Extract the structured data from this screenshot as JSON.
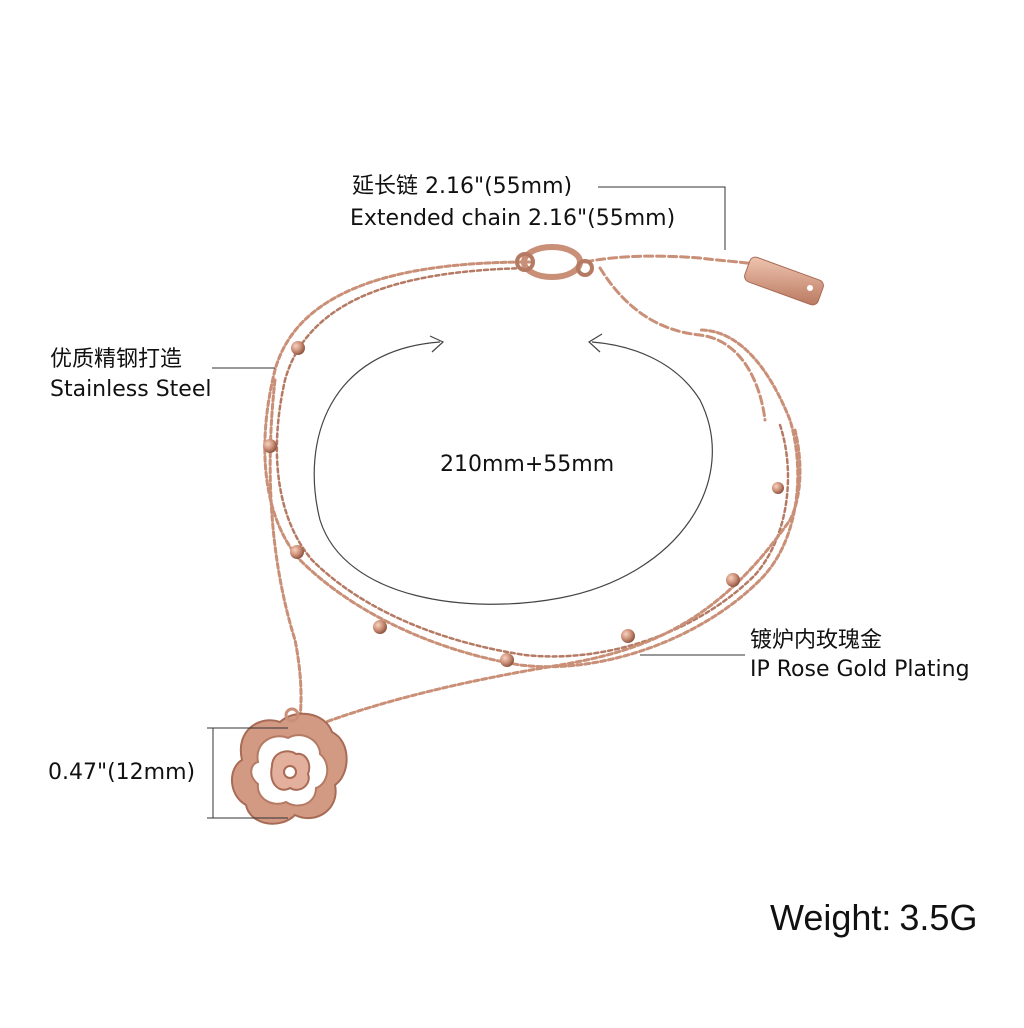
{
  "annotations": {
    "extended_chain": {
      "zh": "延长链  2.16\"(55mm)",
      "en": "Extended chain 2.16\"(55mm)"
    },
    "material": {
      "zh": "优质精钢打造",
      "en": "Stainless Steel"
    },
    "plating": {
      "zh": "镀炉内玫瑰金",
      "en": "IP Rose Gold Plating"
    },
    "length": "210mm+55mm",
    "pendant_size": "0.47\"(12mm)"
  },
  "weight": {
    "label": "Weight:",
    "value": "3.5G"
  },
  "colors": {
    "rose_gold": "#c98f77",
    "rose_gold_dark": "#a86b55",
    "line": "#333333"
  }
}
